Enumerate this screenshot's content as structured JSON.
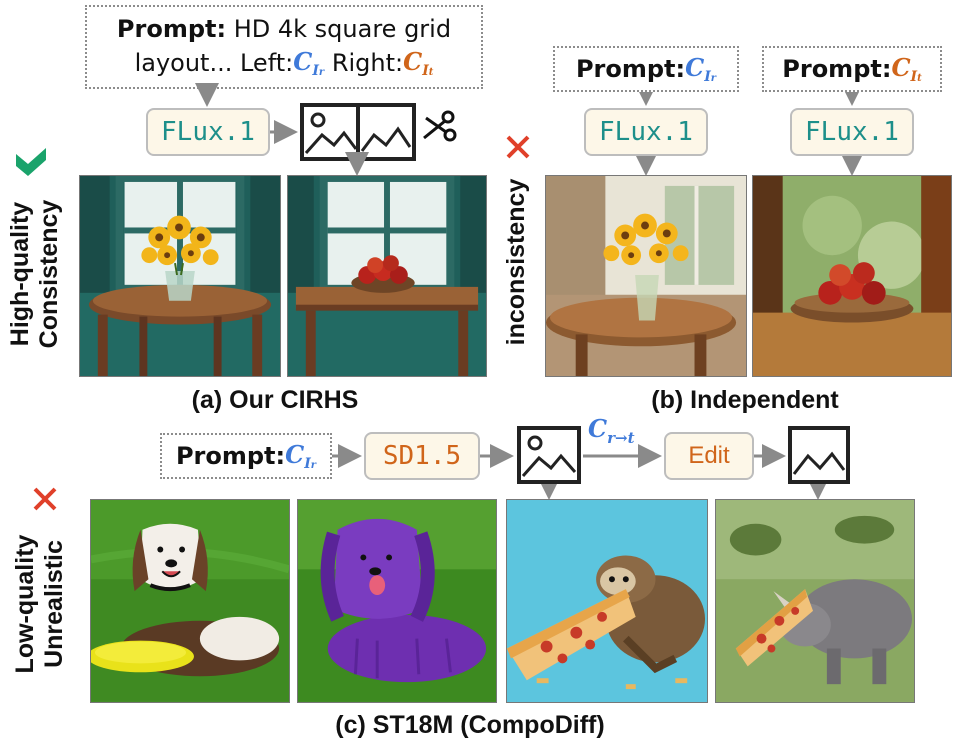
{
  "panel_a": {
    "prompt_label": "Prompt:",
    "prompt_text_1": "HD 4k square grid",
    "prompt_text_2": "layout... Left:",
    "prompt_text_3": "Right:",
    "ci_r": "C",
    "ci_r_sub": "I",
    "ci_r_subsub": "r",
    "ci_t": "C",
    "ci_t_sub": "I",
    "ci_t_subsub": "t",
    "model": "FLux.1",
    "side_label_1": "High-quality",
    "side_label_2": "Consistency",
    "caption": "(a) Our CIRHS"
  },
  "panel_b": {
    "prompt_label_left": "Prompt:",
    "prompt_label_right": "Prompt:",
    "model_left": "FLux.1",
    "model_right": "FLux.1",
    "side_label": "inconsistency",
    "caption": "(b) Independent"
  },
  "panel_c": {
    "prompt_label": "Prompt:",
    "model": "SD1.5",
    "edit_label": "Edit",
    "cond_main": "C",
    "cond_sub": "r→t",
    "side_label_1": "Low-quality",
    "side_label_2": "Unrealistic",
    "caption": "(c) ST18M (CompoDiff)"
  },
  "colors": {
    "check": "#1aa36b",
    "cross": "#e0402a",
    "teal_text": "#1d8f8a",
    "orange_text": "#d0651a",
    "blue_text": "#3f7ad9",
    "arrow": "#8a8a8a"
  },
  "icons": [
    "check-icon",
    "cross-icon",
    "image-icon",
    "split-image-icon",
    "scissors-icon"
  ]
}
